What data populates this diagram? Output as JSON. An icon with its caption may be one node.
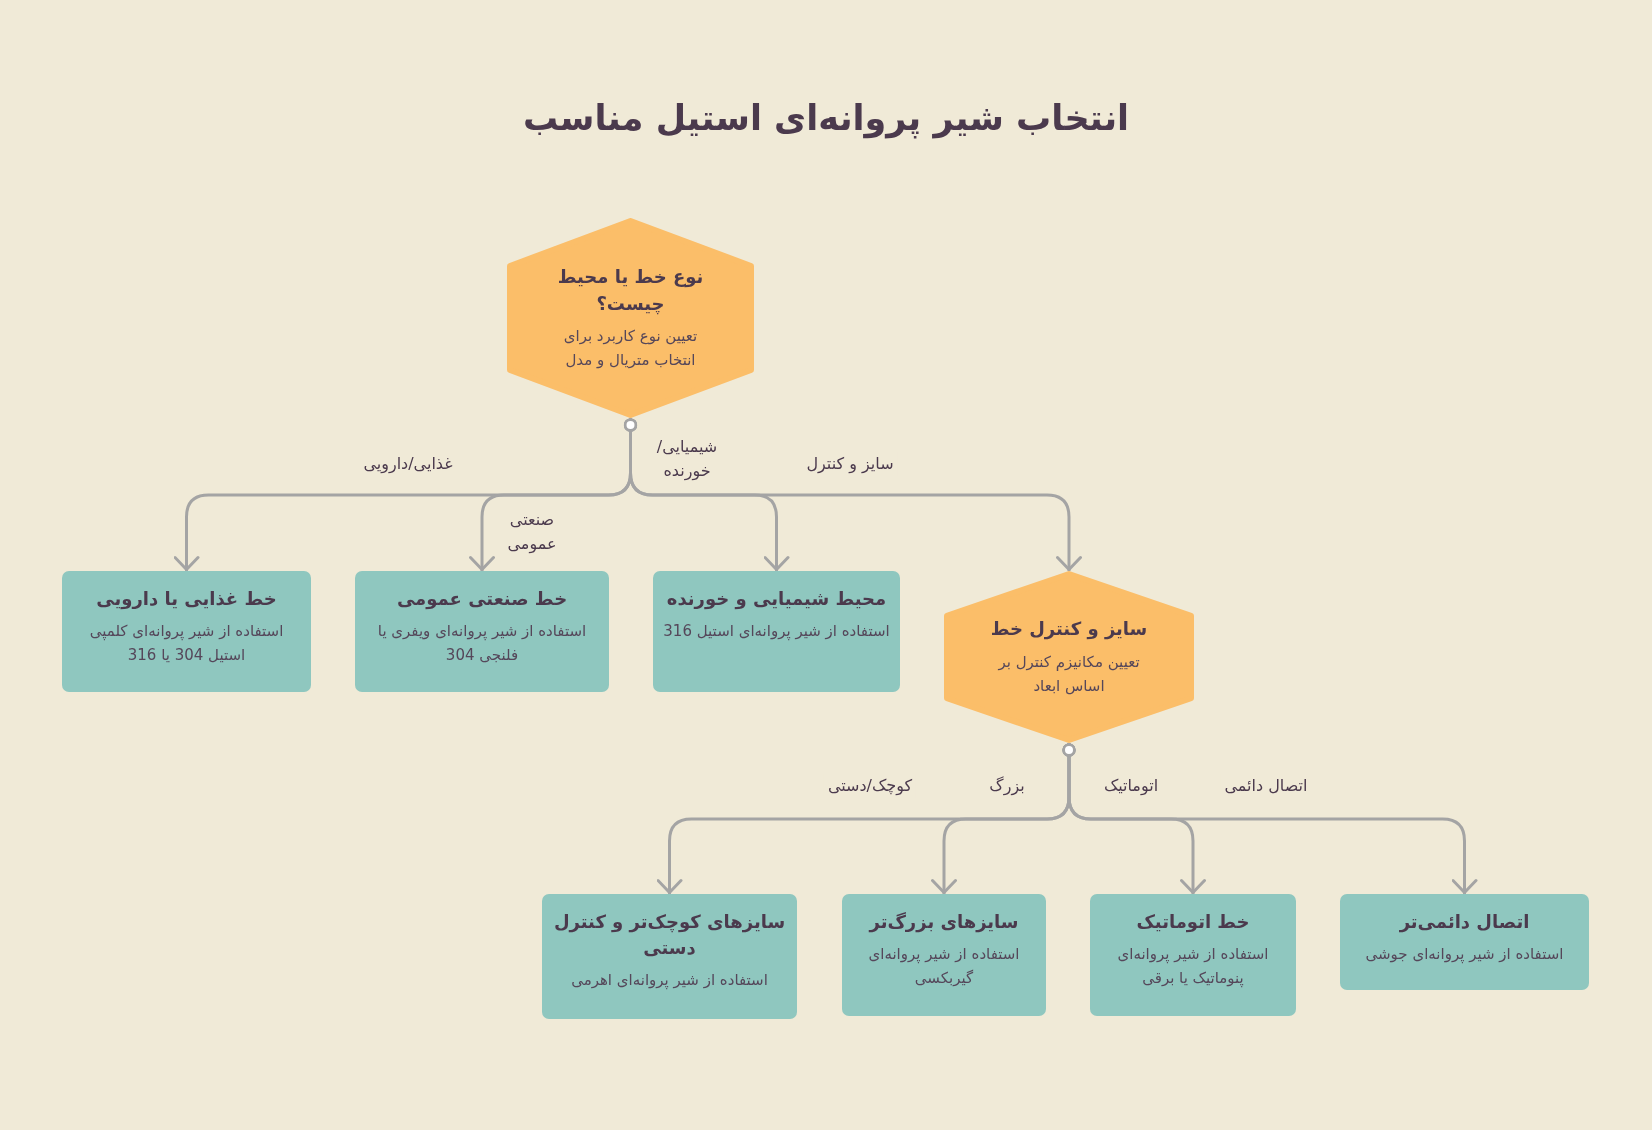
{
  "diagram": {
    "title": "انتخاب شیر پروانه‌ای استیل مناسب",
    "nodes": [
      {
        "text": [
          "نوع خط یا محیط چیست؟",
          "تعیین نوع کاربرد برای انتخاب متریال و مدل"
        ]
      },
      {
        "text": [
          "خط غذایی یا دارویی",
          "استفاده از شیر پروانه‌ای کلمپی استیل 304 یا 316"
        ]
      },
      {
        "text": [
          "خط صنعتی عمومی",
          "استفاده از شیر پروانه‌ای ویفری یا فلنجی 304"
        ]
      },
      {
        "text": [
          "محیط شیمیایی و خورنده",
          "استفاده از شیر پروانه‌ای استیل 316"
        ]
      },
      {
        "text": [
          "سایز و کنترل خط",
          "تعیین مکانیزم کنترل بر اساس ابعاد"
        ]
      },
      {
        "text": [
          "سایزهای کوچک‌تر و کنترل دستی",
          "استفاده از شیر پروانه‌ای اهرمی"
        ]
      },
      {
        "text": [
          "سایزهای بزرگ‌تر",
          "استفاده از شیر پروانه‌ای گیربکسی"
        ]
      },
      {
        "text": [
          "خط اتوماتیک",
          "استفاده از شیر پروانه‌ای پنوماتیک یا برقی"
        ]
      },
      {
        "text": [
          "اتصال دائمی‌تر",
          "استفاده از شیر پروانه‌ای جوشی"
        ]
      }
    ],
    "edges": [
      {
        "from": 0,
        "to": 1,
        "arrow": "to",
        "label": "غذایی/دارویی"
      },
      {
        "from": 0,
        "to": 2,
        "arrow": "to",
        "label": "صنعتی عمومی"
      },
      {
        "from": 0,
        "to": 3,
        "arrow": "to",
        "label": "شیمیایی/خورنده"
      },
      {
        "from": 0,
        "to": 4,
        "arrow": "to",
        "label": "سایز و کنترل"
      },
      {
        "from": 4,
        "to": 5,
        "arrow": "to",
        "label": "کوچک/دستی"
      },
      {
        "from": 4,
        "to": 6,
        "arrow": "to",
        "label": "بزرگ"
      },
      {
        "from": 4,
        "to": 7,
        "arrow": "to",
        "label": "اتوماتیک"
      },
      {
        "from": 4,
        "to": 8,
        "arrow": "to",
        "label": "اتصال دائمی"
      }
    ]
  }
}
